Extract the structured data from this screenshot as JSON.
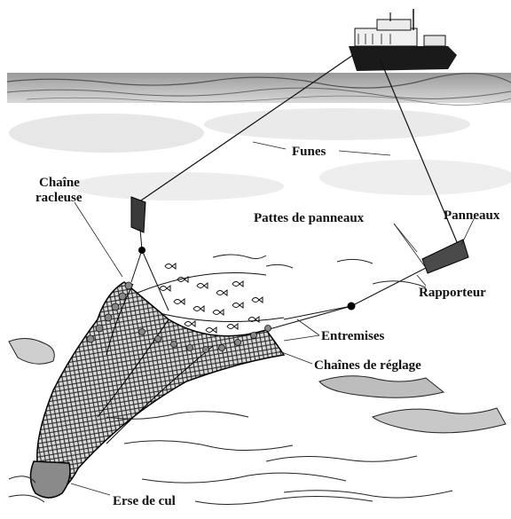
{
  "labels": {
    "funes": "Funes",
    "chaine_line1": "Chaîne",
    "chaine_line2": "racleuse",
    "pattes": "Pattes de panneaux",
    "panneaux": "Panneaux",
    "rapporteur": "Rapporteur",
    "entremises": "Entremises",
    "chaines_reglage": "Chaînes de réglage",
    "erse": "Erse de cul"
  }
}
